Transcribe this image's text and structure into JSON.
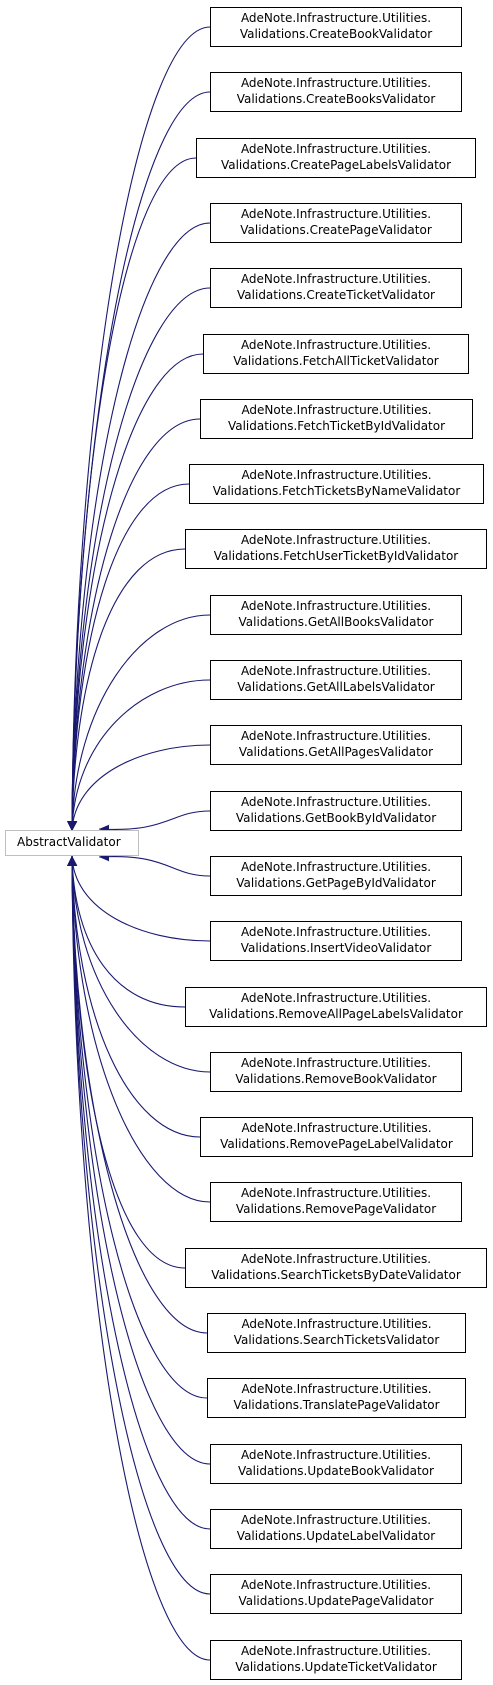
{
  "base": {
    "label": "AbstractValidator"
  },
  "edge_color": "#191970",
  "namespace": "AdeNote.Infrastructure.Utilities.",
  "derived": [
    "Validations.CreateBookValidator",
    "Validations.CreateBooksValidator",
    "Validations.CreatePageLabelsValidator",
    "Validations.CreatePageValidator",
    "Validations.CreateTicketValidator",
    "Validations.FetchAllTicketValidator",
    "Validations.FetchTicketByIdValidator",
    "Validations.FetchTicketsByNameValidator",
    "Validations.FetchUserTicketByIdValidator",
    "Validations.GetAllBooksValidator",
    "Validations.GetAllLabelsValidator",
    "Validations.GetAllPagesValidator",
    "Validations.GetBookByIdValidator",
    "Validations.GetPageByIdValidator",
    "Validations.InsertVideoValidator",
    "Validations.RemoveAllPageLabelsValidator",
    "Validations.RemoveBookValidator",
    "Validations.RemovePageLabelValidator",
    "Validations.RemovePageValidator",
    "Validations.SearchTicketsByDateValidator",
    "Validations.SearchTicketsValidator",
    "Validations.TranslatePageValidator",
    "Validations.UpdateBookValidator",
    "Validations.UpdateLabelValidator",
    "Validations.UpdatePageValidator",
    "Validations.UpdateTicketValidator"
  ]
}
